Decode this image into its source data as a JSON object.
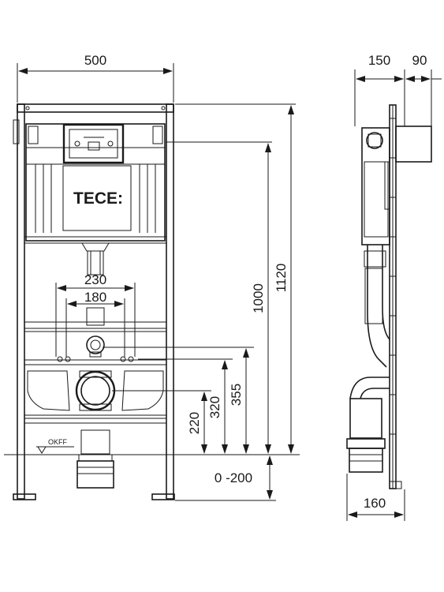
{
  "brand": {
    "logo": "TECE:"
  },
  "reference_level": {
    "label": "OKFF"
  },
  "front_view": {
    "width": "500",
    "height_total": "1120",
    "height_cistern": "1000",
    "flush_pipe_spacing_outer": "230",
    "flush_pipe_spacing_inner": "180",
    "drain_height": "220",
    "supply_height": "320",
    "flush_height": "355",
    "floor_adjust": "0 -200"
  },
  "side_view": {
    "depth_frame": "150",
    "depth_box": "90",
    "drain_depth": "160"
  }
}
